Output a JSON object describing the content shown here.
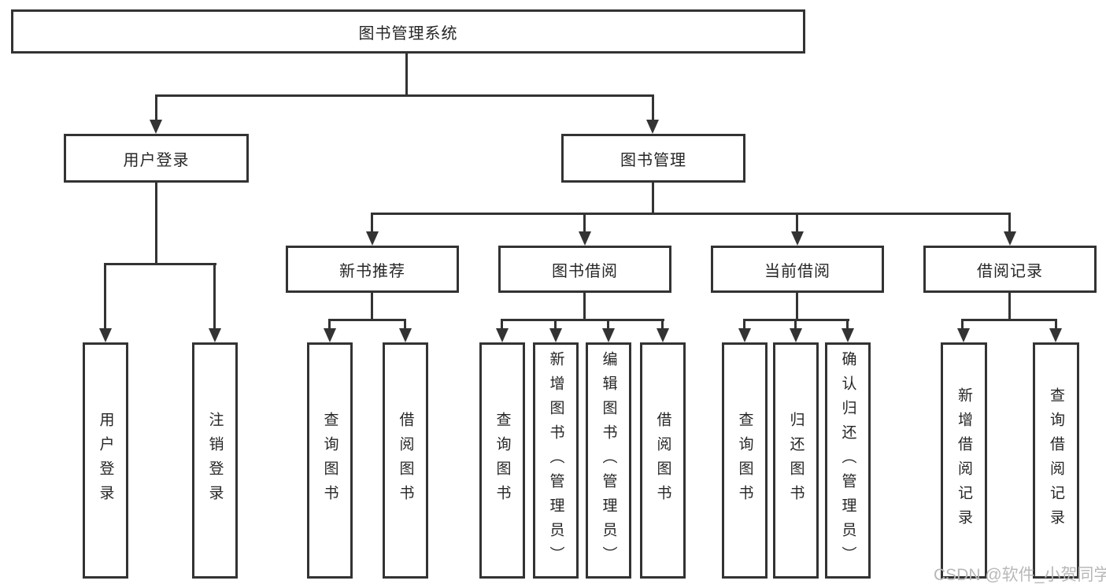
{
  "tree": {
    "root": {
      "label": "图书管理系统"
    },
    "login": {
      "label": "用户登录",
      "children": [
        {
          "label": "用户登录"
        },
        {
          "label": "注销登录"
        }
      ]
    },
    "management": {
      "label": "图书管理",
      "children": [
        {
          "label": "新书推荐",
          "children": [
            {
              "label": "查询图书"
            },
            {
              "label": "借阅图书"
            }
          ]
        },
        {
          "label": "图书借阅",
          "children": [
            {
              "label": "查询图书"
            },
            {
              "label": "新增图书（管理员）"
            },
            {
              "label": "编辑图书（管理员）"
            },
            {
              "label": "借阅图书"
            }
          ]
        },
        {
          "label": "当前借阅",
          "children": [
            {
              "label": "查询图书"
            },
            {
              "label": "归还图书"
            },
            {
              "label": "确认归还（管理员）"
            }
          ]
        },
        {
          "label": "借阅记录",
          "children": [
            {
              "label": "新增借阅记录"
            },
            {
              "label": "查询借阅记录"
            }
          ]
        }
      ]
    }
  },
  "watermark": {
    "text": "CSDN @软件_小贺同学"
  },
  "colors": {
    "line": "#333333",
    "text": "#262626",
    "background": "#ffffff",
    "watermark": "#b8b8b8"
  }
}
